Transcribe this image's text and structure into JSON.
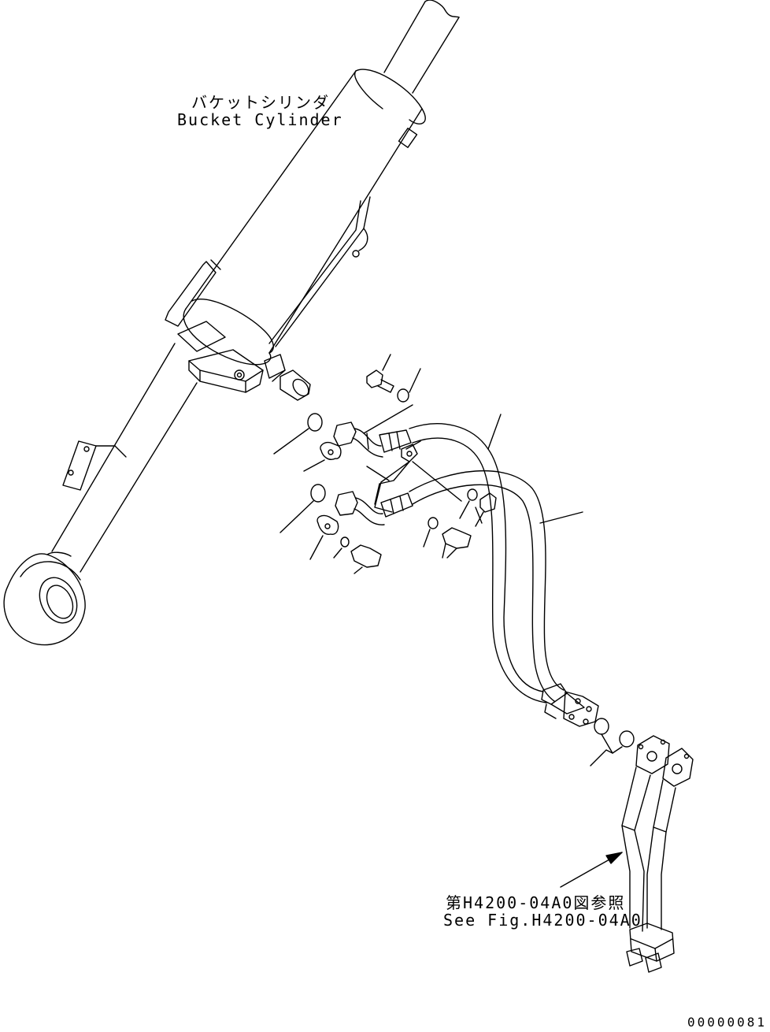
{
  "labels": {
    "cylinder_jp": "バケットシリンダ",
    "cylinder_en": "Bucket Cylinder",
    "reference_jp": "第H4200-04A0図参照",
    "reference_en": "See Fig.H4200-04A0",
    "drawing_code": "00000081"
  },
  "colors": {
    "line": "#000000",
    "background": "#ffffff"
  }
}
